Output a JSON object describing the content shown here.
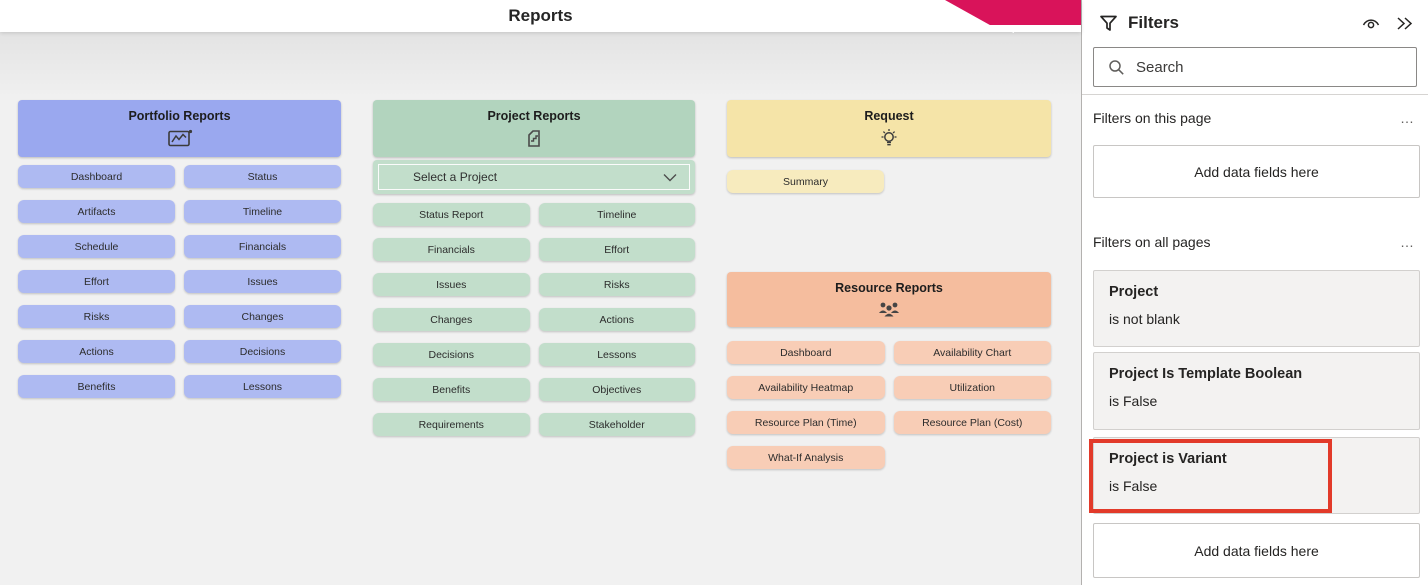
{
  "page": {
    "title": "Reports"
  },
  "colors": {
    "ribbon_pink": "#D9135A",
    "portfolio_header": "#9AA8EF",
    "portfolio_button": "#AEBAF2",
    "project_header": "#B2D4BE",
    "project_button": "#C2DECB",
    "request_header": "#F5E4A8",
    "request_button": "#F7EBBE",
    "resource_header": "#F5BD9E",
    "resource_button": "#F8CDB6",
    "highlight_red": "#E23A2A"
  },
  "sections": {
    "portfolio": {
      "title": "Portfolio Reports",
      "icon": "line-chart-icon",
      "buttons": [
        "Dashboard",
        "Status",
        "Artifacts",
        "Timeline",
        "Schedule",
        "Financials",
        "Effort",
        "Issues",
        "Risks",
        "Changes",
        "Actions",
        "Decisions",
        "Benefits",
        "Lessons"
      ]
    },
    "project": {
      "title": "Project Reports",
      "icon": "report-page-icon",
      "dropdown_value": "Select a Project",
      "buttons": [
        "Status Report",
        "Timeline",
        "Financials",
        "Effort",
        "Issues",
        "Risks",
        "Changes",
        "Actions",
        "Decisions",
        "Lessons",
        "Benefits",
        "Objectives",
        "Requirements",
        "Stakeholder"
      ]
    },
    "request": {
      "title": "Request",
      "icon": "lightbulb-icon",
      "buttons": [
        "Summary"
      ]
    },
    "resource": {
      "title": "Resource Reports",
      "icon": "people-icon",
      "buttons": [
        "Dashboard",
        "Availability Chart",
        "Availability Heatmap",
        "Utilization",
        "Resource Plan (Time)",
        "Resource Plan (Cost)",
        "What-If Analysis"
      ]
    }
  },
  "filters_panel": {
    "title": "Filters",
    "search_placeholder": "Search",
    "this_page": {
      "label": "Filters on this page",
      "more": "…",
      "add_placeholder": "Add data fields here"
    },
    "all_pages": {
      "label": "Filters on all pages",
      "more": "…",
      "cards": [
        {
          "name": "Project",
          "condition": "is not blank",
          "highlighted": false
        },
        {
          "name": "Project Is Template Boolean",
          "condition": "is False",
          "highlighted": false
        },
        {
          "name": "Project is Variant",
          "condition": "is False",
          "highlighted": true
        }
      ],
      "add_placeholder": "Add data fields here"
    }
  }
}
